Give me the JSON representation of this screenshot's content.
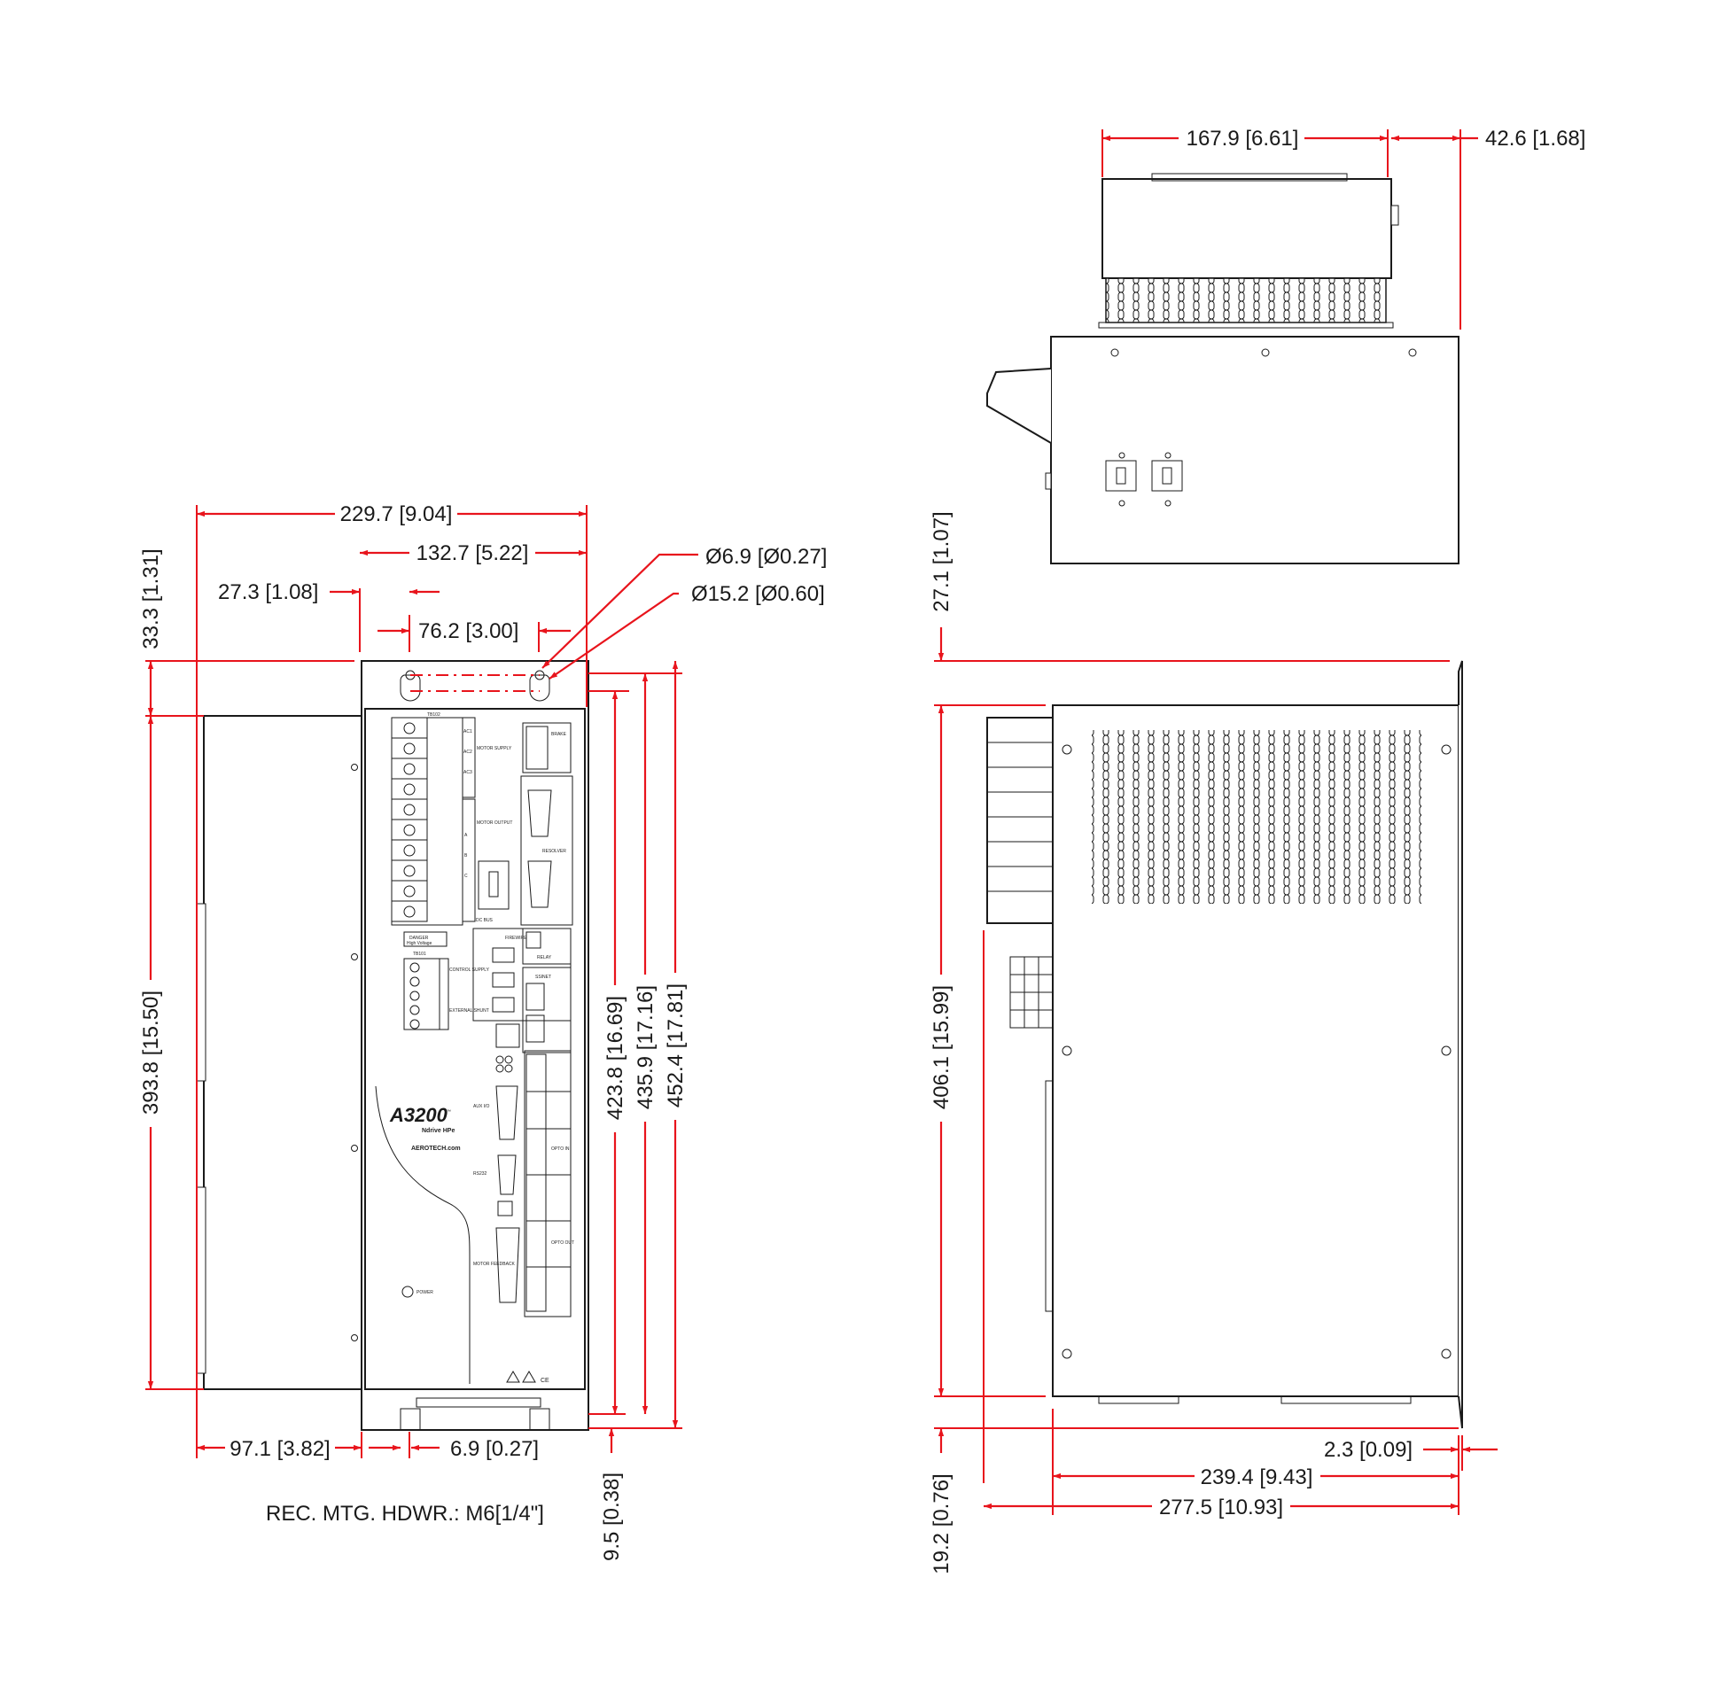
{
  "dimensions": {
    "d_overall_width": "229.7 [9.04]",
    "d_hole_span": "132.7 [5.22]",
    "d_left_offset": "27.3 [1.08]",
    "d_slot_span": "76.2 [3.00]",
    "d_hole_small": "Ø6.9 [Ø0.27]",
    "d_hole_large": "Ø15.2 [Ø0.60]",
    "d_top_flange": "33.3 [1.31]",
    "d_body_height": "393.8 [15.50]",
    "d_h423": "423.8 [16.69]",
    "d_h435": "435.9 [17.16]",
    "d_h452": "452.4 [17.81]",
    "d_bottom_97": "97.1 [3.82]",
    "d_bottom_69": "6.9 [0.27]",
    "d_bottom_95": "9.5 [0.38]",
    "d_top_1679": "167.9 [6.61]",
    "d_top_426": "42.6 [1.68]",
    "d_side_271": "27.1 [1.07]",
    "d_side_4061": "406.1 [15.99]",
    "d_side_192": "19.2 [0.76]",
    "d_side_23": "2.3 [0.09]",
    "d_side_2394": "239.4 [9.43]",
    "d_side_2775": "277.5 [10.93]"
  },
  "note": "REC. MTG. HDWR.: M6[1/4\"]",
  "panel": {
    "logo": "A3200",
    "logo_tm": "™",
    "model": "Ndrive HPe",
    "website": "AEROTECH.com",
    "power": "POWER",
    "tb102": "TB102",
    "tb101": "TB101",
    "motor_supply": "MOTOR SUPPLY",
    "motor_output": "MOTOR OUTPUT",
    "dc_bus": "DC BUS",
    "danger": "DANGER",
    "high_voltage": "High Voltage",
    "control_supply": "CONTROL SUPPLY",
    "external_shunt": "EXTERNAL SHUNT",
    "brake": "BRAKE",
    "resolver": "RESOLVER",
    "relay": "RELAY",
    "firewire": "FIREWIRE",
    "ssinet": "SSINET",
    "aux_io": "AUX I/O",
    "rs232": "RS232",
    "motor_feedback": "MOTOR FEEDBACK",
    "opto_in": "OPTO IN",
    "opto_out": "OPTO OUT",
    "ac1": "AC1",
    "ac2": "AC2",
    "ac3": "AC3",
    "phase_a": "A",
    "phase_b": "B",
    "phase_c": "C"
  }
}
